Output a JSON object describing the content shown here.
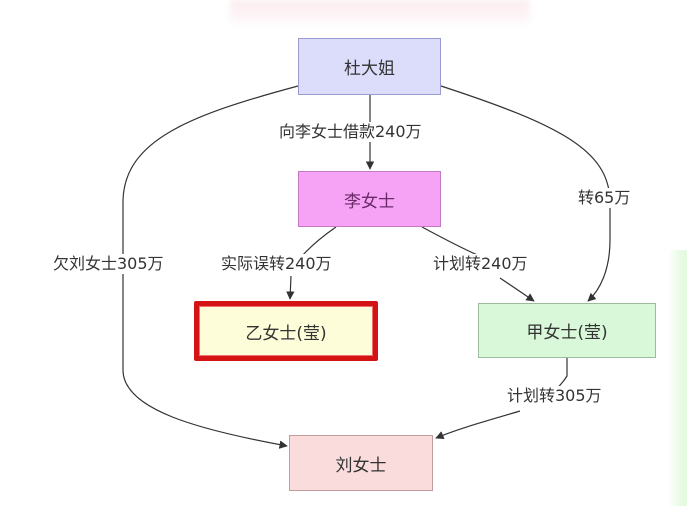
{
  "diagram": {
    "type": "flowchart",
    "nodes": {
      "du": {
        "label": "杜大姐",
        "fill": "#dcdcfb",
        "border": "#9a9ad0"
      },
      "li": {
        "label": "李女士",
        "fill": "#f6a3f6",
        "border": "#c27ac2",
        "text_color": "#6a2a6a"
      },
      "yi": {
        "label": "乙女士(莹)",
        "fill": "#fdfdd9",
        "border": "#d41414",
        "highlighted": true
      },
      "jia": {
        "label": "甲女士(莹)",
        "fill": "#d9f8d9",
        "border": "#9cbc9c"
      },
      "liu": {
        "label": "刘女士",
        "fill": "#fadcdc",
        "border": "#c29c9c"
      }
    },
    "edges": [
      {
        "from": "du",
        "to": "li",
        "label": "向李女士借款240万"
      },
      {
        "from": "du",
        "to": "jia",
        "label": "转65万"
      },
      {
        "from": "du",
        "to": "liu",
        "label": "欠刘女士305万"
      },
      {
        "from": "li",
        "to": "yi",
        "label": "实际误转240万"
      },
      {
        "from": "li",
        "to": "jia",
        "label": "计划转240万"
      },
      {
        "from": "jia",
        "to": "liu",
        "label": "计划转305万"
      }
    ]
  }
}
